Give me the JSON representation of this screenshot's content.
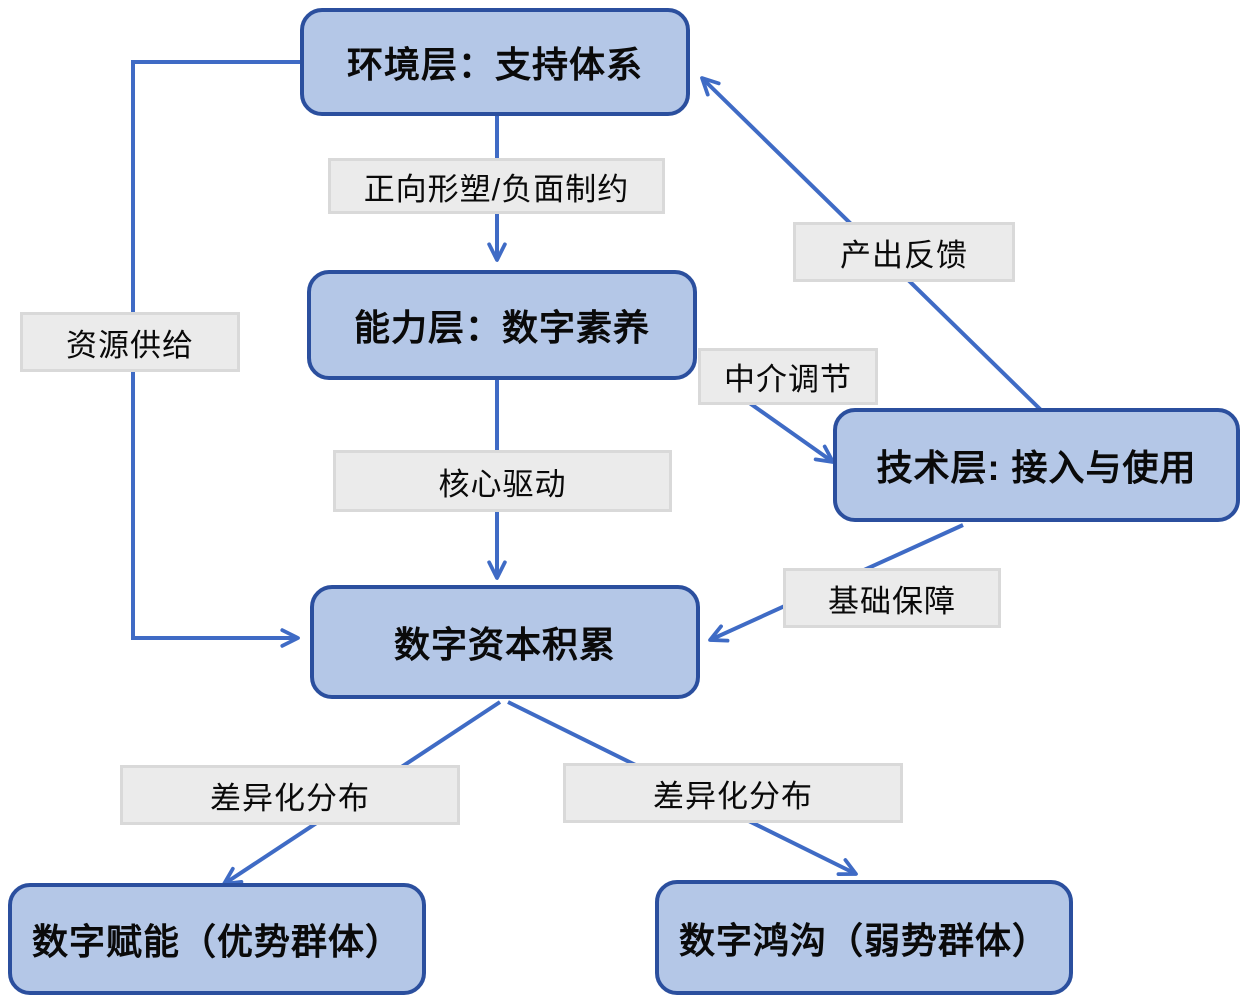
{
  "theme": {
    "node_fill": "#b4c7e7",
    "node_border": "#2b4f9e",
    "arrow": "#3f6bc5",
    "label_fill": "#ebebeb",
    "label_border": "#d9d9d9",
    "text": "#0a0a0a"
  },
  "nodes": {
    "environment": "环境层：支持体系",
    "capability": "能力层：数字素养",
    "technology": "技术层: 接入与使用",
    "capital": "数字资本积累",
    "empowerment": "数字赋能（优势群体）",
    "divide": "数字鸿沟（弱势群体）"
  },
  "edge_labels": {
    "shaping": "正向形塑/负面制约",
    "resource_supply": "资源供给",
    "output_feedback": "产出反馈",
    "mediation": "中介调节",
    "core_drive": "核心驱动",
    "foundation": "基础保障",
    "differential_distribution_left": "差异化分布",
    "differential_distribution_right": "差异化分布"
  }
}
